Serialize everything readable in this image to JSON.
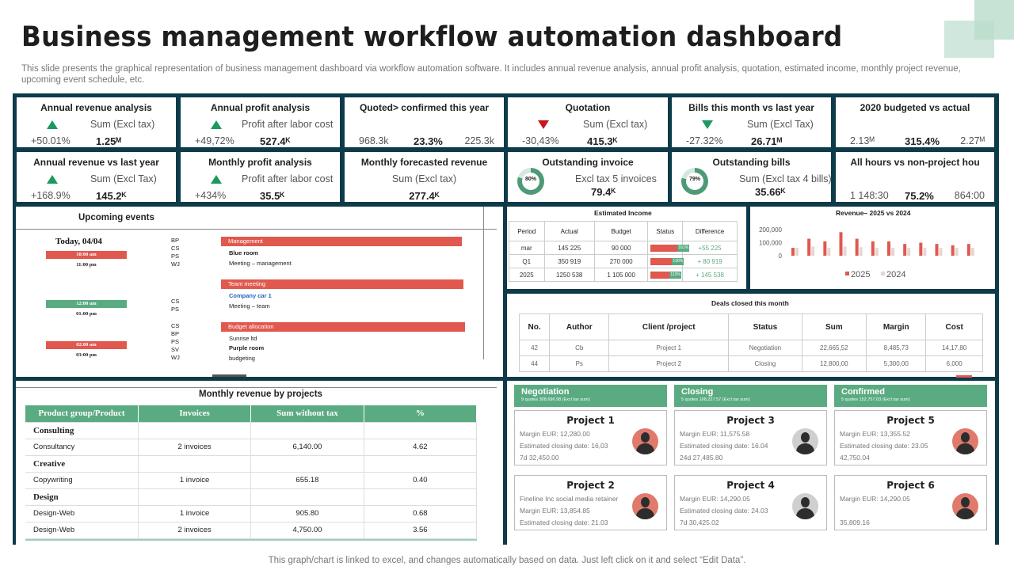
{
  "title": "Business management workflow automation dashboard",
  "subtitle": "This slide presents the graphical representation of business management dashboard via workflow automation software. It includes annual revenue analysis, annual profit analysis, quotation, estimated income, monthly project revenue, upcoming event schedule, etc.",
  "footer": "This graph/chart is linked to excel,  and changes automatically based on data. Just left click on it and select “Edit Data”.",
  "colors": {
    "frame": "#0d3b4a",
    "accent_green": "#5aab82",
    "accent_red": "#e0584e",
    "up": "#1a9a5c",
    "down": "#c8161d"
  },
  "kpis_row1": [
    {
      "title": "Annual revenue analysis",
      "sub": "Sum (Excl tax)",
      "left": "+50.01%",
      "center": "1.25ᴹ",
      "trend": "up"
    },
    {
      "title": "Annual profit analysis",
      "sub": "Profit after labor cost",
      "left": "+49,72%",
      "center": "527.4ᴷ",
      "trend": "up"
    },
    {
      "title": "Quoted˃ confirmed this year",
      "left": "968.3k",
      "center": "23.3%",
      "right": "225.3k"
    },
    {
      "title": "Quotation",
      "sub": "Sum (Excl tax)",
      "left": "-30,43%",
      "center": "415.3ᴷ",
      "trend": "down"
    },
    {
      "title": "Bills this month vs last year",
      "sub": "Sum (Excl Tax)",
      "left": "-27.32%",
      "center": "26.71ᴹ",
      "trend": "down-green"
    },
    {
      "title": "2020 budgeted vs actual",
      "left": "2.13ᴹ",
      "center": "315.4%",
      "right": "2.27ᴹ"
    }
  ],
  "kpis_row2": [
    {
      "title": "Annual revenue vs last year",
      "sub": "Sum (Excl Tax)",
      "left": "+168.9%",
      "center": "145.2ᴷ",
      "trend": "up"
    },
    {
      "title": "Monthly profit analysis",
      "sub": "Profit after labor cost",
      "left": "+434%",
      "center": "35.5ᴷ",
      "trend": "up"
    },
    {
      "title": "Monthly forecasted revenue",
      "sub": "Sum (Excl tax)",
      "center": "277.4ᴷ"
    },
    {
      "title": "Outstanding invoice",
      "sub": "Excl tax 5 invoices",
      "center": "79.4ᴷ",
      "donut": "80%",
      "donut_value": 0.8
    },
    {
      "title": "Outstanding bills",
      "sub": "Sum (Excl tax 4 bills)",
      "center": "35.66ᴷ",
      "donut": "79%",
      "donut_value": 0.79
    },
    {
      "title": "All hours vs non-project hou",
      "left": "1 148:30",
      "center": "75.2%",
      "right": "864:00"
    }
  ],
  "events": {
    "title": "Upcoming events",
    "today": "Today, 04/04",
    "items": [
      {
        "time": "10:00 am",
        "end": "11:00 pm",
        "codes": [
          "BP",
          "CS",
          "PS",
          "WJ"
        ],
        "bar": "Management",
        "l1": "Blue room",
        "l2": "Meeting – management",
        "color": "#e0584e"
      },
      {
        "time": "12:00 am",
        "end": "01:00 pm",
        "codes": [
          "CS",
          "PS"
        ],
        "bar": "Team meeting",
        "l1": "Company  car 1",
        "l2": "Meeting – team",
        "color": "#5aab82"
      },
      {
        "time": "02:00 am",
        "end": "03:00 pm",
        "codes": [
          "CS",
          "BP",
          "PS",
          "SV",
          "WJ"
        ],
        "bar": "Budget  allocation",
        "l0": "Sunrise ltd",
        "l1": "Purple room",
        "l2": "budgeting",
        "color": "#e0584e"
      }
    ]
  },
  "estimated_income": {
    "title": "Estimated Income",
    "headers": [
      "Period",
      "Actual",
      "Budget",
      "Status",
      "Difference"
    ],
    "rows": [
      {
        "period": "mar",
        "actual": "145 225",
        "budget": "90 000",
        "status": "161%",
        "status_value": 1.61,
        "diff": "+55 225"
      },
      {
        "period": "Q1",
        "actual": "350 919",
        "budget": "270 000",
        "status": "130%",
        "status_value": 1.3,
        "diff": "+ 80 919"
      },
      {
        "period": "2025",
        "actual": "1250 538",
        "budget": "1 105 000",
        "status": "113%",
        "status_value": 1.13,
        "diff": "+ 145 538"
      }
    ]
  },
  "chart_data": {
    "type": "bar",
    "title": "Revenue– 2025 vs 2024",
    "ylim": [
      0,
      200000
    ],
    "yticks": [
      "200,000",
      "100,000",
      "0"
    ],
    "series": [
      {
        "name": "2025",
        "values": [
          60000,
          130000,
          110000,
          180000,
          130000,
          110000,
          110000,
          90000,
          100000,
          90000,
          80000,
          90000
        ],
        "color": "#e0584e"
      },
      {
        "name": "2024",
        "values": [
          60000,
          70000,
          60000,
          70000,
          65000,
          60000,
          60000,
          60000,
          60000,
          60000,
          60000,
          60000
        ],
        "color": "#e6d6d1"
      }
    ],
    "legend": "bottom"
  },
  "deals": {
    "title": "Deals closed this month",
    "headers": [
      "No.",
      "Author",
      "Client /project",
      "Status",
      "Sum",
      "Margin",
      "Cost"
    ],
    "rows": [
      [
        "42",
        "Cb",
        "Project 1",
        "Negotiation",
        "22,665,52",
        "8,485,73",
        "14,17,80"
      ],
      [
        "44",
        "Ps",
        "Project 2",
        "Closing",
        "12,800,00",
        "5,300,00",
        "6,000"
      ]
    ]
  },
  "monthly_revenue": {
    "title": "Monthly revenue  by projects",
    "headers": [
      "Product group/Product",
      "Invoices",
      "Sum without tax",
      "%"
    ],
    "rows": [
      {
        "group": "Consulting"
      },
      {
        "cells": [
          "Consultancy",
          "2 invoices",
          "6,140.00",
          "4.62"
        ]
      },
      {
        "group": "Creative"
      },
      {
        "cells": [
          "Copywriting",
          "1 invoice",
          "655.18",
          "0.40"
        ]
      },
      {
        "group": "Design"
      },
      {
        "cells": [
          "Design-Web",
          "1 invoice",
          "905.80",
          "0.68"
        ]
      },
      {
        "cells": [
          "Design-Web",
          "2 invoices",
          "4,750.00",
          "3.56"
        ]
      }
    ]
  },
  "pipeline": [
    {
      "title": "Negotiation",
      "meta": "9 quotes 308,696.98 (Excl tax sum)",
      "projects": [
        {
          "name": "Project 1",
          "lines": [
            "Margin EUR: 12,280.00",
            "Estimated closing date: 16,03",
            "7d 32,450.00"
          ],
          "avatar": "red"
        },
        {
          "name": "Project 2",
          "lines": [
            "Fineline Inc social media retainer",
            "Margin EUR: 13,854.85",
            "Estimated closing date: 21.03"
          ],
          "avatar": "red"
        }
      ]
    },
    {
      "title": "Closing",
      "meta": "5 quotes 168,227.57 (Excl tax sum)",
      "projects": [
        {
          "name": "Project 3",
          "lines": [
            "Margin EUR: 11,575.58",
            "Estimated closing date: 16.04",
            "24d 27,485.80"
          ],
          "avatar": "grey"
        },
        {
          "name": "Project 4",
          "lines": [
            "Margin EUR: 14,290.05",
            "Estimated closing date: 24.03",
            "7d 30,425.02"
          ],
          "avatar": "grey"
        }
      ]
    },
    {
      "title": "Confirmed",
      "meta": "5 quotes 152,757.03 (Excl tax sum)",
      "projects": [
        {
          "name": "Project 5",
          "lines": [
            "Margin EUR: 13,355.52",
            "Estimated closing date: 23.05",
            "42,750.04"
          ],
          "avatar": "red"
        },
        {
          "name": "Project 6",
          "lines": [
            "Margin EUR: 14,290.05",
            "",
            "35,809.16"
          ],
          "avatar": "red"
        }
      ]
    }
  ]
}
